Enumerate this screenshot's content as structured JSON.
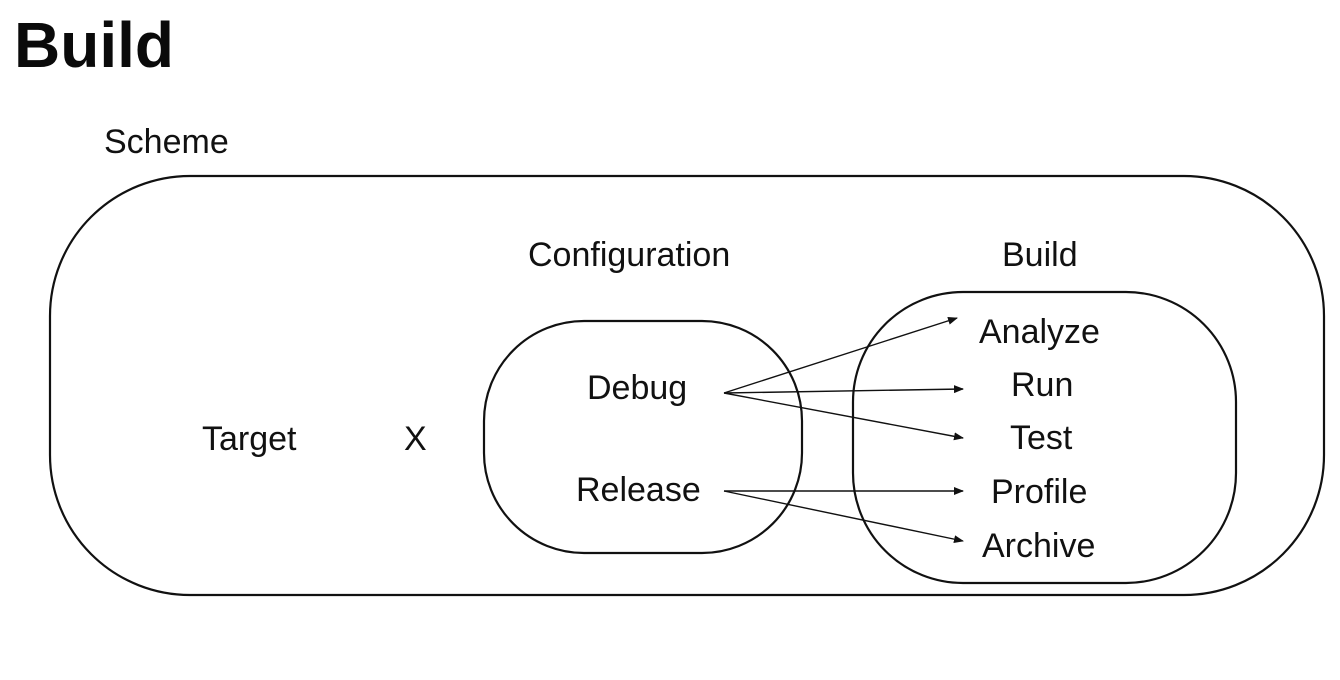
{
  "title": "Build",
  "scheme": {
    "label": "Scheme"
  },
  "target": {
    "label": "Target"
  },
  "operator": {
    "label": "X"
  },
  "configuration": {
    "label": "Configuration",
    "items": [
      "Debug",
      "Release"
    ]
  },
  "build_group": {
    "label": "Build",
    "actions": [
      "Analyze",
      "Run",
      "Test",
      "Profile",
      "Archive"
    ]
  },
  "connections": [
    {
      "from": "Debug",
      "to": "Analyze"
    },
    {
      "from": "Debug",
      "to": "Run"
    },
    {
      "from": "Debug",
      "to": "Test"
    },
    {
      "from": "Release",
      "to": "Profile"
    },
    {
      "from": "Release",
      "to": "Archive"
    }
  ],
  "colors": {
    "stroke": "#111111",
    "text": "#111111",
    "background": "#ffffff"
  }
}
